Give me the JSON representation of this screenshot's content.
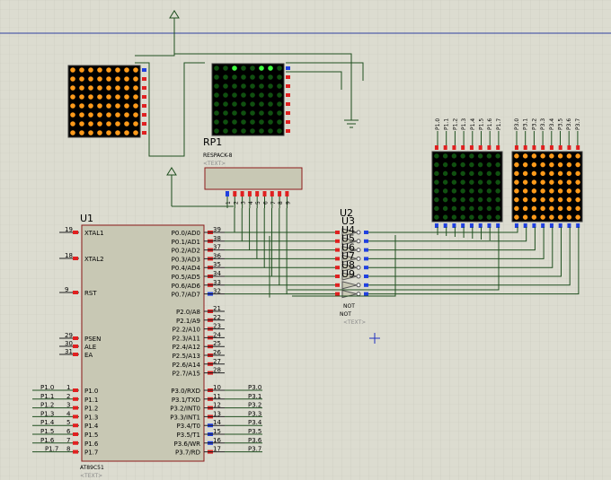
{
  "colors": {
    "background": "#dcdcd0",
    "grid": "#c9c9bd",
    "wire": "#1f4f1f",
    "chip_fill": "#c8c8b4",
    "chip_border": "#8b1a1a",
    "pin_red": "#e02020",
    "pin_blue": "#2040e0",
    "led_amber": "#ff9a1a",
    "led_dark": "#105010",
    "led_lit": "#40ff40",
    "top_line": "#3040a0"
  },
  "u1": {
    "ref": "U1",
    "part": "AT89C51",
    "text_tag": "<TEXT>",
    "left_pins": [
      {
        "num": "19",
        "label": "XTAL1"
      },
      {
        "num": "18",
        "label": "XTAL2"
      },
      {
        "num": "9",
        "label": "RST"
      },
      {
        "num": "29",
        "label": "PSEN"
      },
      {
        "num": "30",
        "label": "ALE"
      },
      {
        "num": "31",
        "label": "EA"
      }
    ],
    "p0": [
      {
        "label": "P0.0/AD0",
        "num": "39"
      },
      {
        "label": "P0.1/AD1",
        "num": "38"
      },
      {
        "label": "P0.2/AD2",
        "num": "37"
      },
      {
        "label": "P0.3/AD3",
        "num": "36"
      },
      {
        "label": "P0.4/AD4",
        "num": "35"
      },
      {
        "label": "P0.5/AD5",
        "num": "34"
      },
      {
        "label": "P0.6/AD6",
        "num": "33"
      },
      {
        "label": "P0.7/AD7",
        "num": "32"
      }
    ],
    "p2": [
      {
        "label": "P2.0/A8",
        "num": "21"
      },
      {
        "label": "P2.1/A9",
        "num": "22"
      },
      {
        "label": "P2.2/A10",
        "num": "23"
      },
      {
        "label": "P2.3/A11",
        "num": "24"
      },
      {
        "label": "P2.4/A12",
        "num": "25"
      },
      {
        "label": "P2.5/A13",
        "num": "26"
      },
      {
        "label": "P2.6/A14",
        "num": "27"
      },
      {
        "label": "P2.7/A15",
        "num": "28"
      }
    ],
    "p3": [
      {
        "label": "P3.0/RXD",
        "num": "10",
        "net": "P3.0"
      },
      {
        "label": "P3.1/TXD",
        "num": "11",
        "net": "P3.1"
      },
      {
        "label": "P3.2/INT0",
        "num": "12",
        "net": "P3.2"
      },
      {
        "label": "P3.3/INT1",
        "num": "13",
        "net": "P3.3"
      },
      {
        "label": "P3.4/T0",
        "num": "14",
        "net": "P3.4"
      },
      {
        "label": "P3.5/T1",
        "num": "15",
        "net": "P3.5"
      },
      {
        "label": "P3.6/WR",
        "num": "16",
        "net": "P3.6"
      },
      {
        "label": "P3.7/RD",
        "num": "17",
        "net": "P3.7"
      }
    ],
    "p1": [
      {
        "label": "P1.0",
        "num": "1",
        "net": "P1.0"
      },
      {
        "label": "P1.1",
        "num": "2",
        "net": "P1.1"
      },
      {
        "label": "P1.2",
        "num": "3",
        "net": "P1.2"
      },
      {
        "label": "P1.3",
        "num": "4",
        "net": "P1.3"
      },
      {
        "label": "P1.4",
        "num": "5",
        "net": "P1.4"
      },
      {
        "label": "P1.5",
        "num": "6",
        "net": "P1.5"
      },
      {
        "label": "P1.6",
        "num": "7",
        "net": "P1.6"
      },
      {
        "label": "P1.7",
        "num": "8",
        "net": "P1.7"
      }
    ]
  },
  "rp1": {
    "ref": "RP1",
    "part": "RESPACK-8",
    "text_tag": "<TEXT>",
    "pins": [
      "1",
      "2",
      "3",
      "4",
      "5",
      "6",
      "7",
      "8",
      "9"
    ]
  },
  "u2": {
    "ref": "U2",
    "text_tag": "<TEXT>",
    "gate_labels": [
      "U3",
      "U4",
      "U5",
      "U6",
      "U7",
      "U8",
      "U9"
    ],
    "extra": [
      "NOT",
      "NOT"
    ]
  },
  "matrix_top_labels_left": [
    "P1.0",
    "P1.1",
    "P1.2",
    "P1.3",
    "P1.4",
    "P1.5",
    "P1.6",
    "P1.7"
  ],
  "matrix_top_labels_right": [
    "P3.0",
    "P3.1",
    "P3.2",
    "P3.3",
    "P3.4",
    "P3.5",
    "P3.6",
    "P3.7"
  ]
}
